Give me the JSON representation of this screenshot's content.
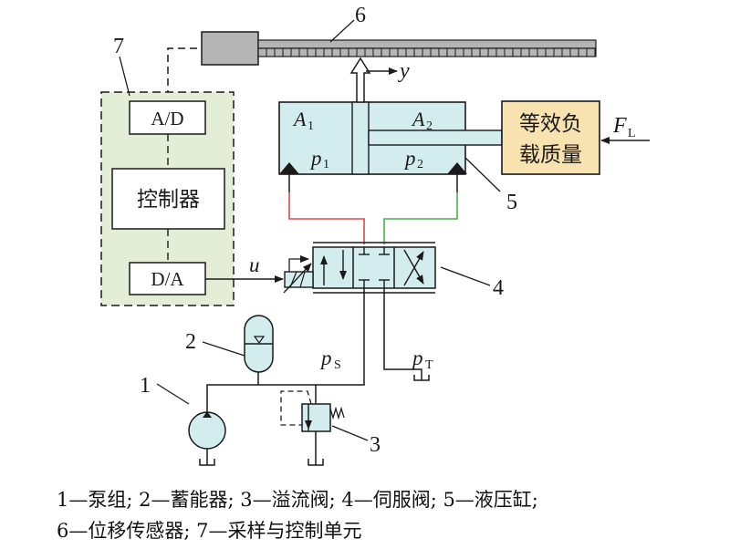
{
  "colors": {
    "stroke": "#1a1a1a",
    "cyan_fill": "#d3ecee",
    "green_fill": "#e4eed6",
    "load_fill": "#f8e3b0",
    "sensor_fill": "#b4b4b4",
    "line_a": "#e04848",
    "line_b": "#4caf50"
  },
  "callouts": {
    "c1": "1",
    "c2": "2",
    "c3": "3",
    "c4": "4",
    "c5": "5",
    "c6": "6",
    "c7": "7"
  },
  "control_unit": {
    "ad": "A/D",
    "controller": "控制器",
    "da": "D/A"
  },
  "cylinder": {
    "a1": "A",
    "a1_sub": "1",
    "a2": "A",
    "a2_sub": "2",
    "p1": "p",
    "p1_sub": "1",
    "p2": "p",
    "p2_sub": "2"
  },
  "load": {
    "line1": "等效负",
    "line2": "载质量",
    "force": "F",
    "force_sub": "L"
  },
  "signals": {
    "y": "y",
    "u": "u",
    "ps": "p",
    "ps_sub": "S",
    "pt": "p",
    "pt_sub": "T"
  },
  "caption": {
    "line1": "1—泵组; 2—蓄能器; 3—溢流阀; 4—伺服阀; 5—液压缸;",
    "line2": "6—位移传感器; 7—采样与控制单元"
  }
}
